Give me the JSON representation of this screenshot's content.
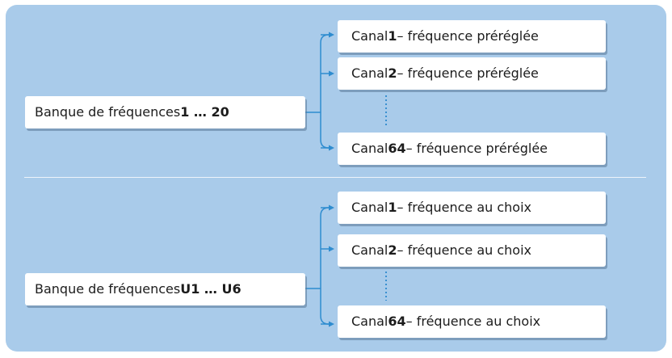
{
  "colors": {
    "panel_bg": "#a9cbea",
    "line": "#2e8ccf",
    "divider": "#eef4fa",
    "dots": "#3a90d0"
  },
  "banks": [
    {
      "label_prefix": "Banque de fréquences ",
      "label_bold": "1 … 20",
      "channels": [
        {
          "prefix": "Canal ",
          "number": "1",
          "suffix": " – fréquence préréglée"
        },
        {
          "prefix": "Canal ",
          "number": "2",
          "suffix": " – fréquence préréglée"
        },
        {
          "prefix": "Canal ",
          "number": "64",
          "suffix": " – fréquence préréglée"
        }
      ]
    },
    {
      "label_prefix": "Banque de fréquences ",
      "label_bold": "U1 … U6",
      "channels": [
        {
          "prefix": "Canal ",
          "number": "1",
          "suffix": " – fréquence au choix"
        },
        {
          "prefix": "Canal ",
          "number": "2",
          "suffix": " – fréquence au choix"
        },
        {
          "prefix": "Canal ",
          "number": "64",
          "suffix": " – fréquence au choix"
        }
      ]
    }
  ]
}
